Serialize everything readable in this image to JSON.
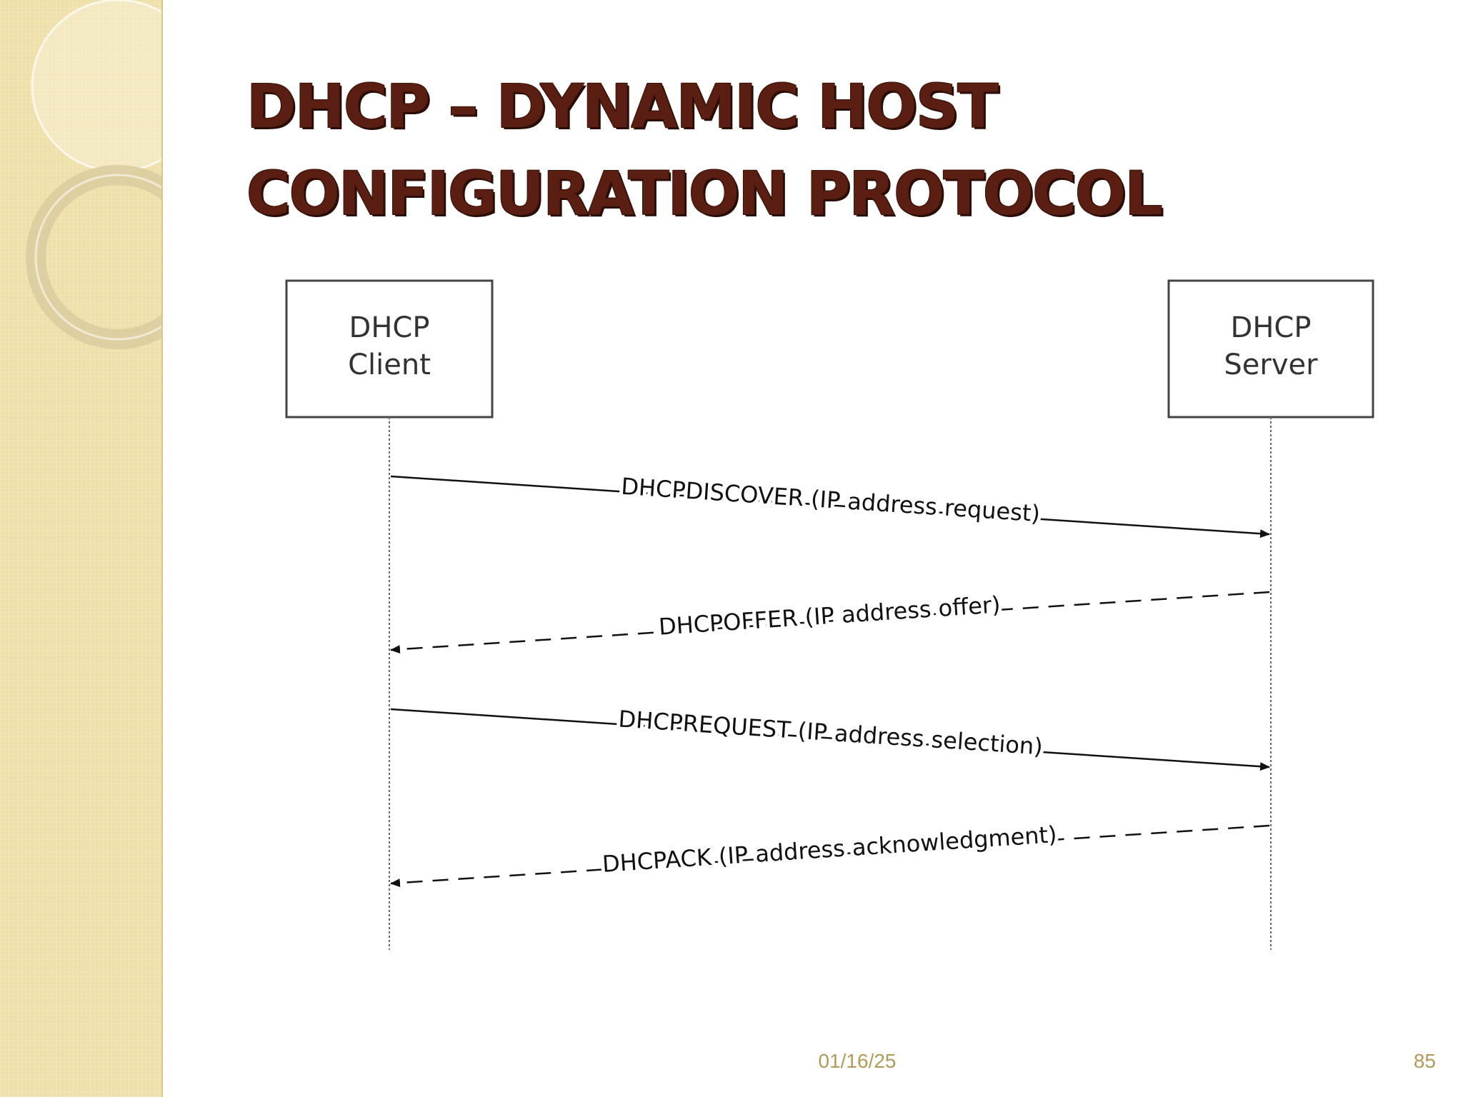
{
  "slide": {
    "title": "DHCP – DYNAMIC HOST\nCONFIGURATION PROTOCOL",
    "footer_date": "01/16/25",
    "page_number": "85"
  },
  "diagram": {
    "participants": {
      "client": {
        "line1": "DHCP",
        "line2": "Client"
      },
      "server": {
        "line1": "DHCP",
        "line2": "Server"
      }
    },
    "messages": [
      {
        "label": "DHCPDISCOVER (IP address request)",
        "direction": "client-to-server",
        "style": "solid"
      },
      {
        "label": "DHCPOFFER (IP address offer)",
        "direction": "server-to-client",
        "style": "dashed"
      },
      {
        "label": "DHCPREQUEST (IP address selection)",
        "direction": "client-to-server",
        "style": "solid"
      },
      {
        "label": "DHCPACK (IP address acknowledgment)",
        "direction": "server-to-client",
        "style": "dashed"
      }
    ]
  },
  "colors": {
    "title": "#5a1f12",
    "sidebar": "#efdfa8",
    "footer": "#b29a5a"
  }
}
